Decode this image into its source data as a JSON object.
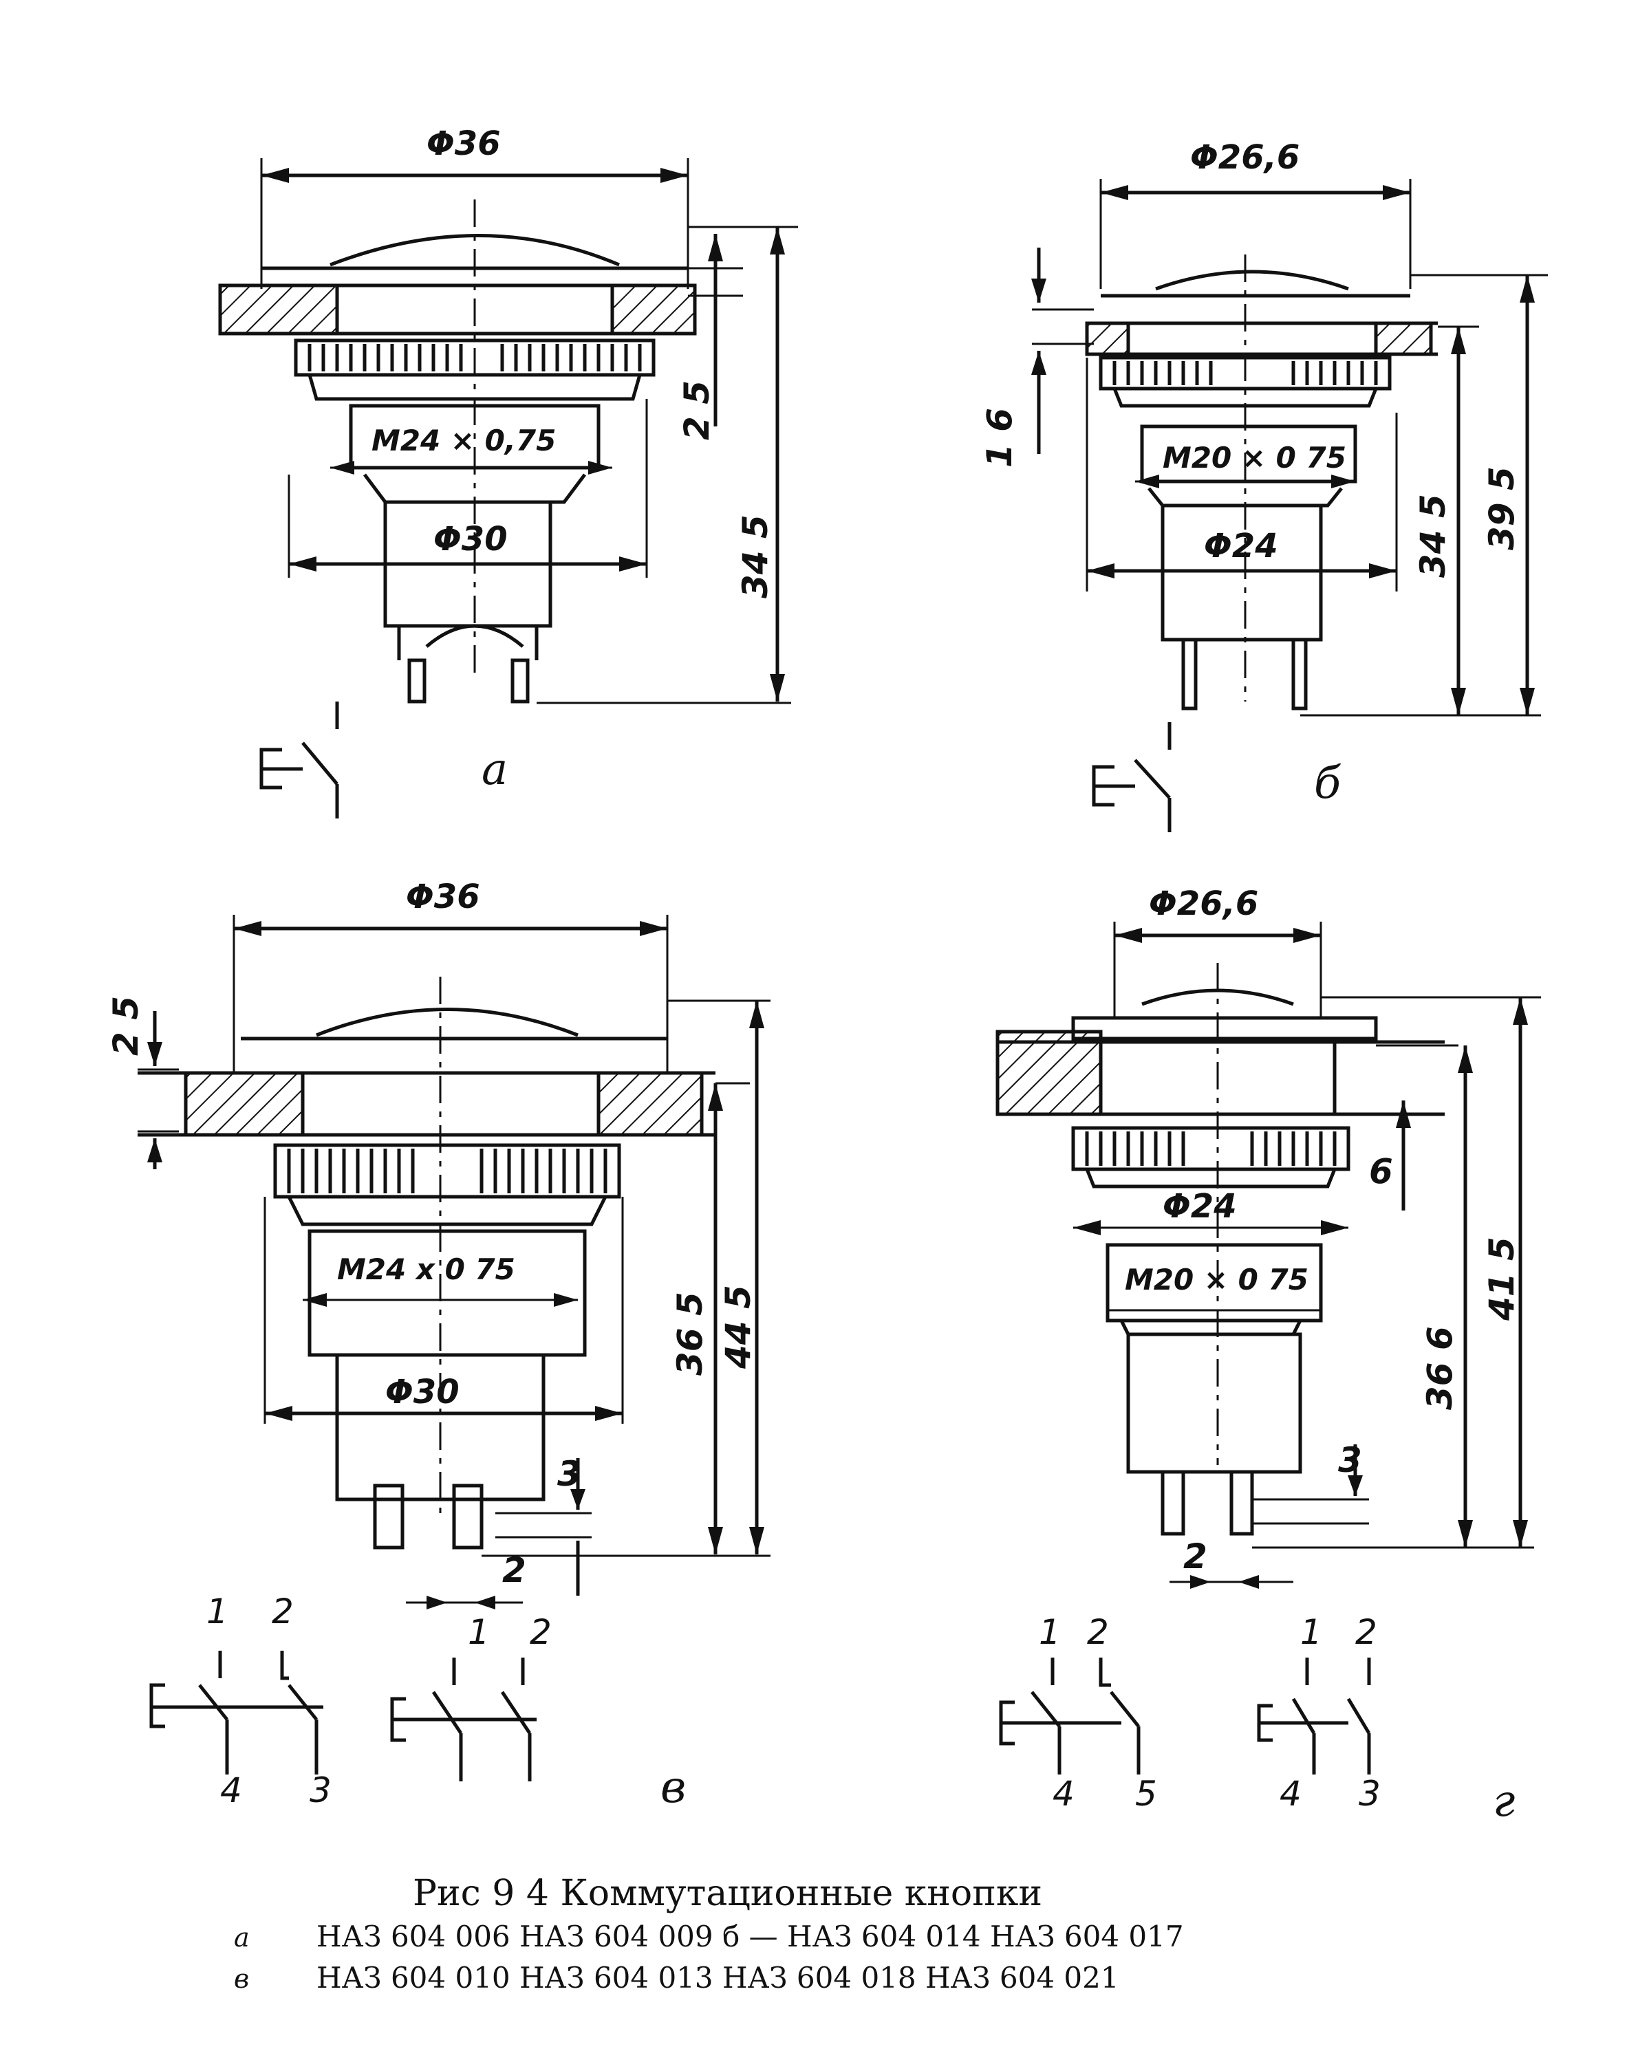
{
  "views": {
    "a": {
      "letter": "а",
      "dims": {
        "outer_dia": "Φ36",
        "thread": "M24 × 0,75",
        "body_dia": "Φ30",
        "h_small": "2 5",
        "h_total": "34 5"
      }
    },
    "b": {
      "letter": "б",
      "dims": {
        "outer_dia": "Φ26,6",
        "thread": "M20 × 0 75",
        "body_dia": "Φ24",
        "h_panel": "1 6",
        "h_mid": "34 5",
        "h_total": "39 5"
      }
    },
    "v": {
      "letter": "в",
      "dims": {
        "outer_dia": "Φ36",
        "thread": "M24 x 0 75",
        "body_dia": "Φ30",
        "h_panel": "2 5",
        "h_mid": "36 5",
        "h_total": "44 5",
        "pin_h": "3",
        "pin_w": "2"
      },
      "pins": [
        "1",
        "2",
        "4",
        "3",
        "1",
        "2"
      ]
    },
    "g": {
      "letter": "г",
      "dims": {
        "outer_dia": "Φ26,6",
        "thread": "M20 × 0 75",
        "body_dia": "Φ24",
        "h_small": "6",
        "h_mid": "36 6",
        "h_total": "41 5",
        "pin_h": "3",
        "pin_w": "2"
      },
      "pins": [
        "1",
        "2",
        "4",
        "5",
        "1",
        "2",
        "4",
        "3"
      ]
    }
  },
  "caption": {
    "title": "Рис 9 4  Коммутационные кнопки",
    "line1_letter": "а",
    "line1": "НАЗ 604 006   НАЗ 604 009   б — НАЗ 604 014   НАЗ 604 017",
    "line2_letter": "в",
    "line2": "НАЗ 604 010   НАЗ 604 013            НАЗ 604 018   НАЗ 604 021"
  }
}
